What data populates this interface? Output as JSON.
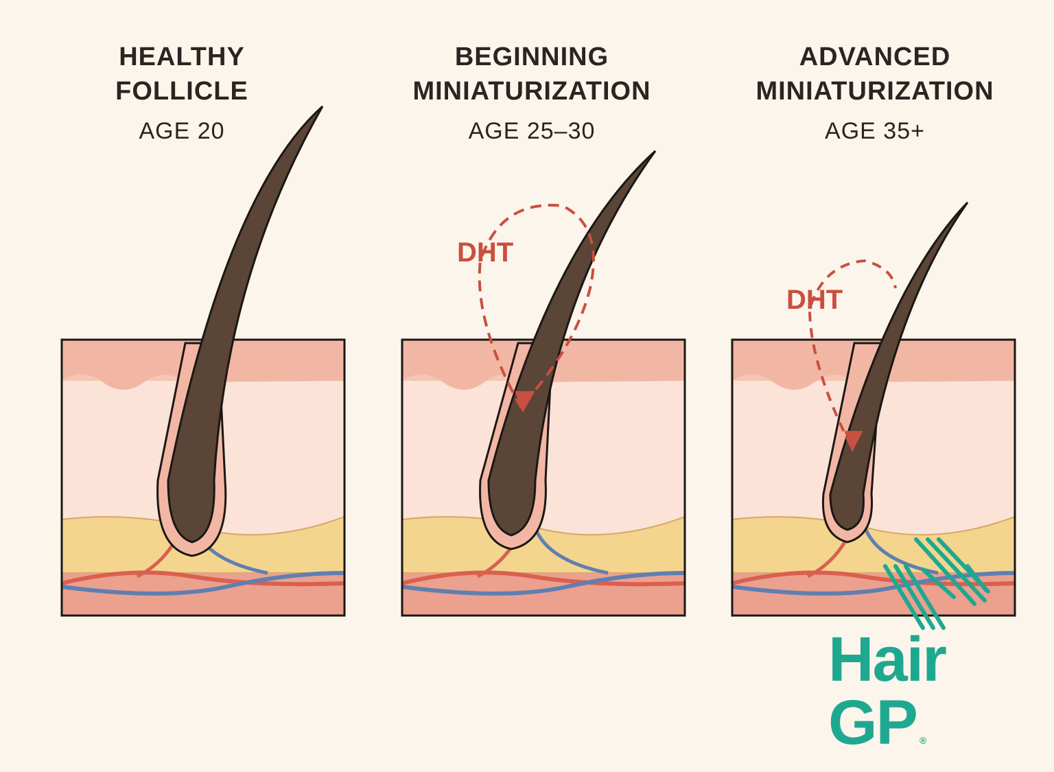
{
  "panels": [
    {
      "title": "HEALTHY\nFOLLICLE",
      "title_lines": [
        "HEALTHY",
        "FOLLICLE"
      ],
      "age": "AGE 20"
    },
    {
      "title_lines": [
        "BEGINNING",
        "MINIATURIZATION"
      ],
      "age": "AGE 25–30",
      "label": "DHT"
    },
    {
      "title_lines": [
        "ADVANCED",
        "MINIATURIZATION"
      ],
      "age": "AGE 35+",
      "label": "DHT"
    }
  ],
  "brand": {
    "name": "Hair GP",
    "mark": "®"
  },
  "colors": {
    "background": "#fcf5ec",
    "hair": "#5a4536",
    "dht": "#c85040",
    "brand": "#1fa890",
    "fat": "#f3d58e",
    "artery": "#d9604f",
    "vein": "#5f7fb0"
  }
}
